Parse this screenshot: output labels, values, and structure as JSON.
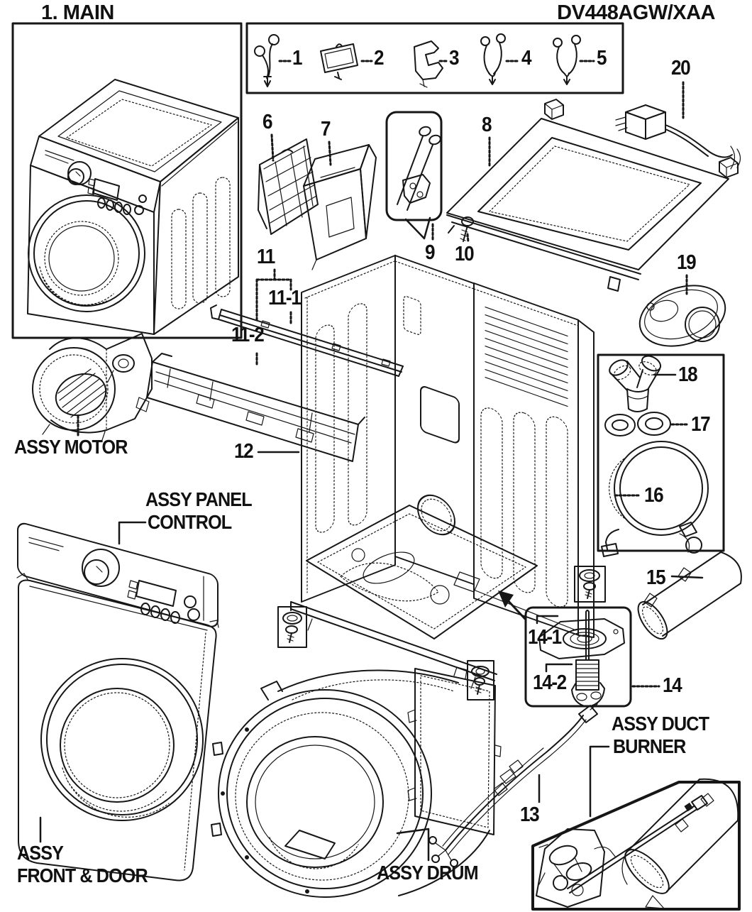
{
  "header": {
    "section_title": "1. MAIN",
    "model_number": "DV448AGW/XAA"
  },
  "part_labels": {
    "p1": "1",
    "p2": "2",
    "p3": "3",
    "p4": "4",
    "p5": "5",
    "p6": "6",
    "p7": "7",
    "p8": "8",
    "p9": "9",
    "p10": "10",
    "p11": "11",
    "p11_1": "11-1",
    "p11_2": "11-2",
    "p12": "12",
    "p13": "13",
    "p14": "14",
    "p14_1": "14-1",
    "p14_2": "14-2",
    "p15": "15",
    "p16": "16",
    "p17": "17",
    "p18": "18",
    "p19": "19",
    "p20": "20"
  },
  "assembly_labels": {
    "motor": "ASSY MOTOR",
    "panel_control": [
      "ASSY PANEL",
      "CONTROL"
    ],
    "front_door": [
      "ASSY",
      "FRONT & DOOR"
    ],
    "drum": "ASSY DRUM",
    "duct_burner": [
      "ASSY DUCT",
      "BURNER"
    ]
  },
  "colors": {
    "line": "#161616",
    "background": "#ffffff"
  }
}
